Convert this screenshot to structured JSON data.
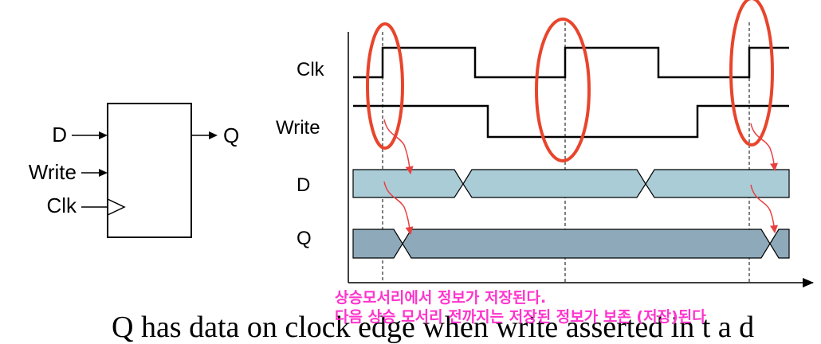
{
  "block": {
    "inputs": [
      "D",
      "Write",
      "Clk"
    ],
    "output": "Q"
  },
  "timing": {
    "signals": [
      "Clk",
      "Write",
      "D",
      "Q"
    ]
  },
  "notes": {
    "line1": "상승모서리에서 정보가 저장된다.",
    "line2": "다음 상승 모서리 전까지는 저장된 정보가 보존 (저장)된다"
  },
  "bottom_text": "Q has data on clock edge when write asserted in t a d",
  "colors": {
    "wave_fill_light": "#a9ccd6",
    "wave_fill_dark": "#8ea9ba",
    "highlight": "#e8452c",
    "arrow": "#e84040",
    "note_text": "#ff33cc"
  }
}
